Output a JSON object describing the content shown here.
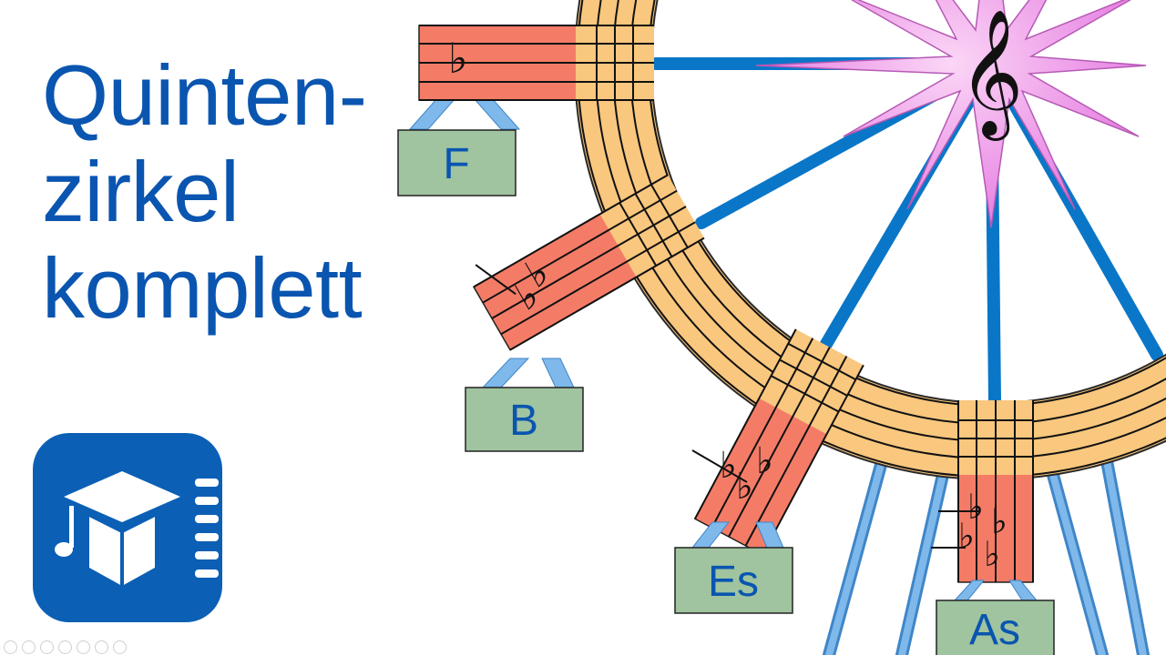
{
  "slide": {
    "title_lines": [
      "Quinten-",
      "zirkel",
      "komplett"
    ],
    "clef_symbol": "𝄞",
    "flat_symbol": "♭",
    "keys": [
      {
        "name": "F",
        "flats": 1
      },
      {
        "name": "B",
        "flats": 2
      },
      {
        "name": "Es",
        "flats": 3
      },
      {
        "name": "As",
        "flats": 4
      }
    ],
    "logo_icon": "music-graduation-cap-icon",
    "colors": {
      "title": "#0a55b0",
      "wheel_rim": "#f9c77e",
      "staff_box": "#f47c67",
      "label_box": "#9fc49f",
      "spoke": "#0a76c8",
      "star": "#ee8ee8",
      "logo_bg": "#0b5fb5"
    }
  }
}
